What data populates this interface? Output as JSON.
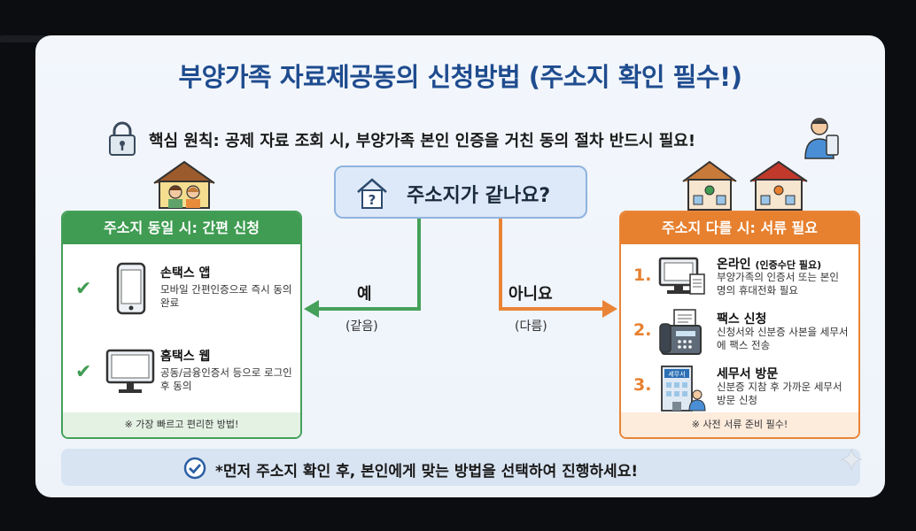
{
  "title": "부양가족 자료제공동의 신청방법 (주소지 확인 필수!)",
  "principle": "핵심 원칙: 공제 자료 조회 시, 부양가족 본인 인증을 거친 동의 절차 반드시 필요!",
  "question": "주소지가 같나요?",
  "yes": {
    "label": "예",
    "sub": "(같음)"
  },
  "no": {
    "label": "아니요",
    "sub": "(다름)"
  },
  "same_address": {
    "header": "주소지 동일 시: 간편 신청",
    "items": [
      {
        "title": "손택스 앱",
        "desc": "모바일 간편인증으로 즉시 동의 완료"
      },
      {
        "title": "홈택스 웹",
        "desc": "공동/금융인증서 등으로 로그인 후 동의"
      }
    ],
    "footer": "※ 가장 빠르고 편리한 방법!"
  },
  "different_address": {
    "header": "주소지 다를 시: 서류 필요",
    "items": [
      {
        "num": "1.",
        "title": "온라인",
        "title_sub": "(인증수단 필요)",
        "desc": "부양가족의 인증서 또는 본인 명의 휴대전화 필요"
      },
      {
        "num": "2.",
        "title": "팩스 신청",
        "title_sub": "",
        "desc": "신청서와 신분증 사본을 세무서에 팩스 전송"
      },
      {
        "num": "3.",
        "title": "세무서 방문",
        "title_sub": "",
        "desc": "신분증 지참 후 가까운 세무서 방문 신청"
      }
    ],
    "office_sign": "세무서",
    "footer": "※ 사전 서류 준비 필수!"
  },
  "bottom_note": "*먼저 주소지 확인 후, 본인에게 맞는 방법을 선택하여 진행하세요!",
  "colors": {
    "title": "#1f4c8f",
    "green": "#3f9c52",
    "orange": "#e7802f",
    "question_bg": "#dde9f8"
  },
  "icons": [
    "lock-icon",
    "person-phone-icon",
    "house-question-icon",
    "family-house-icon",
    "houses-location-icon",
    "smartphone-icon",
    "monitor-icon",
    "computer-icon",
    "fax-icon",
    "tax-office-icon",
    "check-circle-icon",
    "sparkle-icon"
  ]
}
